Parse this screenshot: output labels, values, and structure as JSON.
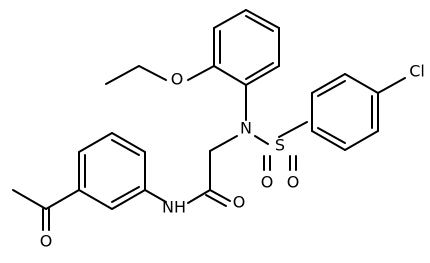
{
  "molecule": {
    "atoms": {
      "o_ether": "O",
      "n_sulfonamide": "N",
      "s": "S",
      "o_s_left": "O",
      "o_s_right": "O",
      "cl": "Cl",
      "o_amide": "O",
      "nh_amide": "NH",
      "o_acetyl": "O"
    }
  }
}
